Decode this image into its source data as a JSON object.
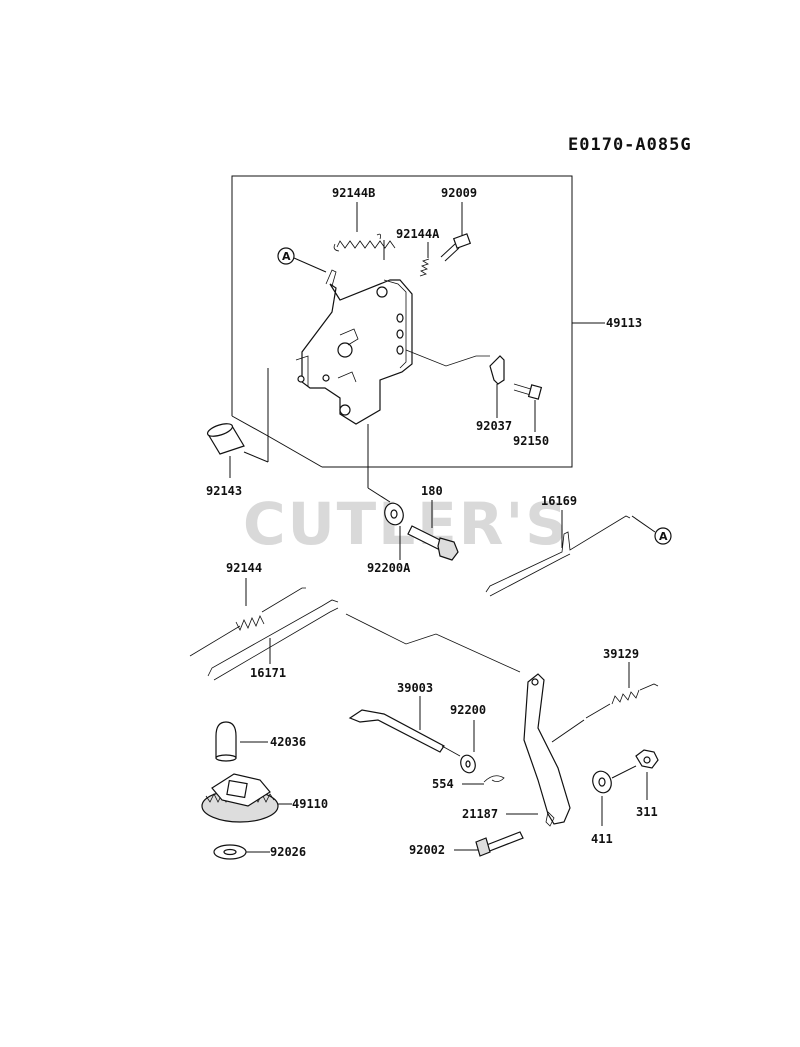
{
  "diagram_code": "E0170-A085G",
  "watermark": "CUTLER'S",
  "ref_marker": "A",
  "parts": {
    "p92144B": "92144B",
    "p92009": "92009",
    "p92144A": "92144A",
    "p49113": "49113",
    "p92037": "92037",
    "p92150": "92150",
    "p92143": "92143",
    "p180": "180",
    "p92200A": "92200A",
    "p16169": "16169",
    "p92144": "92144",
    "p16171": "16171",
    "p39129": "39129",
    "p39003": "39003",
    "p92200": "92200",
    "p42036": "42036",
    "p554": "554",
    "p49110": "49110",
    "p21187": "21187",
    "p411": "411",
    "p311": "311",
    "p92002": "92002",
    "p92026": "92026"
  }
}
